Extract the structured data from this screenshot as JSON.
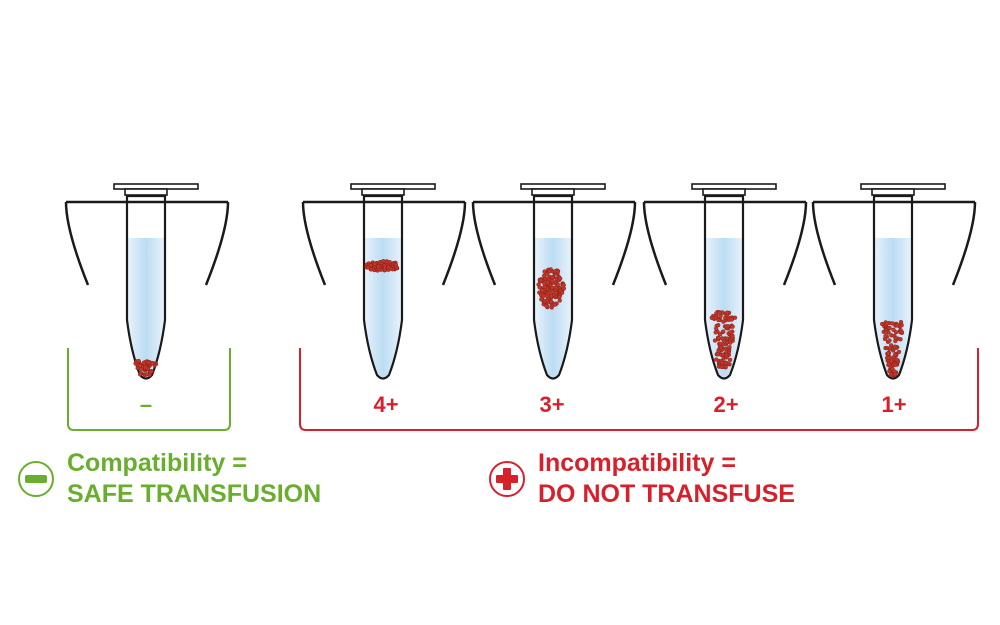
{
  "colors": {
    "compatible": "#6aae2d",
    "incompatible": "#d8202a",
    "cell": "#c0392b",
    "cell_dark": "#8e1f18",
    "liquid": "#cfe5f6",
    "outline": "#1a1a1a"
  },
  "compatible_group": {
    "grade_label": "–",
    "icon": "minus-circle-icon",
    "line1": "Compatibility =",
    "line2": "SAFE TRANSFUSION"
  },
  "incompatible_group": {
    "icon": "plus-circle-icon",
    "line1": "Incompatibility =",
    "line2": "DO NOT TRANSFUSE",
    "grades": [
      "4+",
      "3+",
      "2+",
      "1+"
    ]
  }
}
